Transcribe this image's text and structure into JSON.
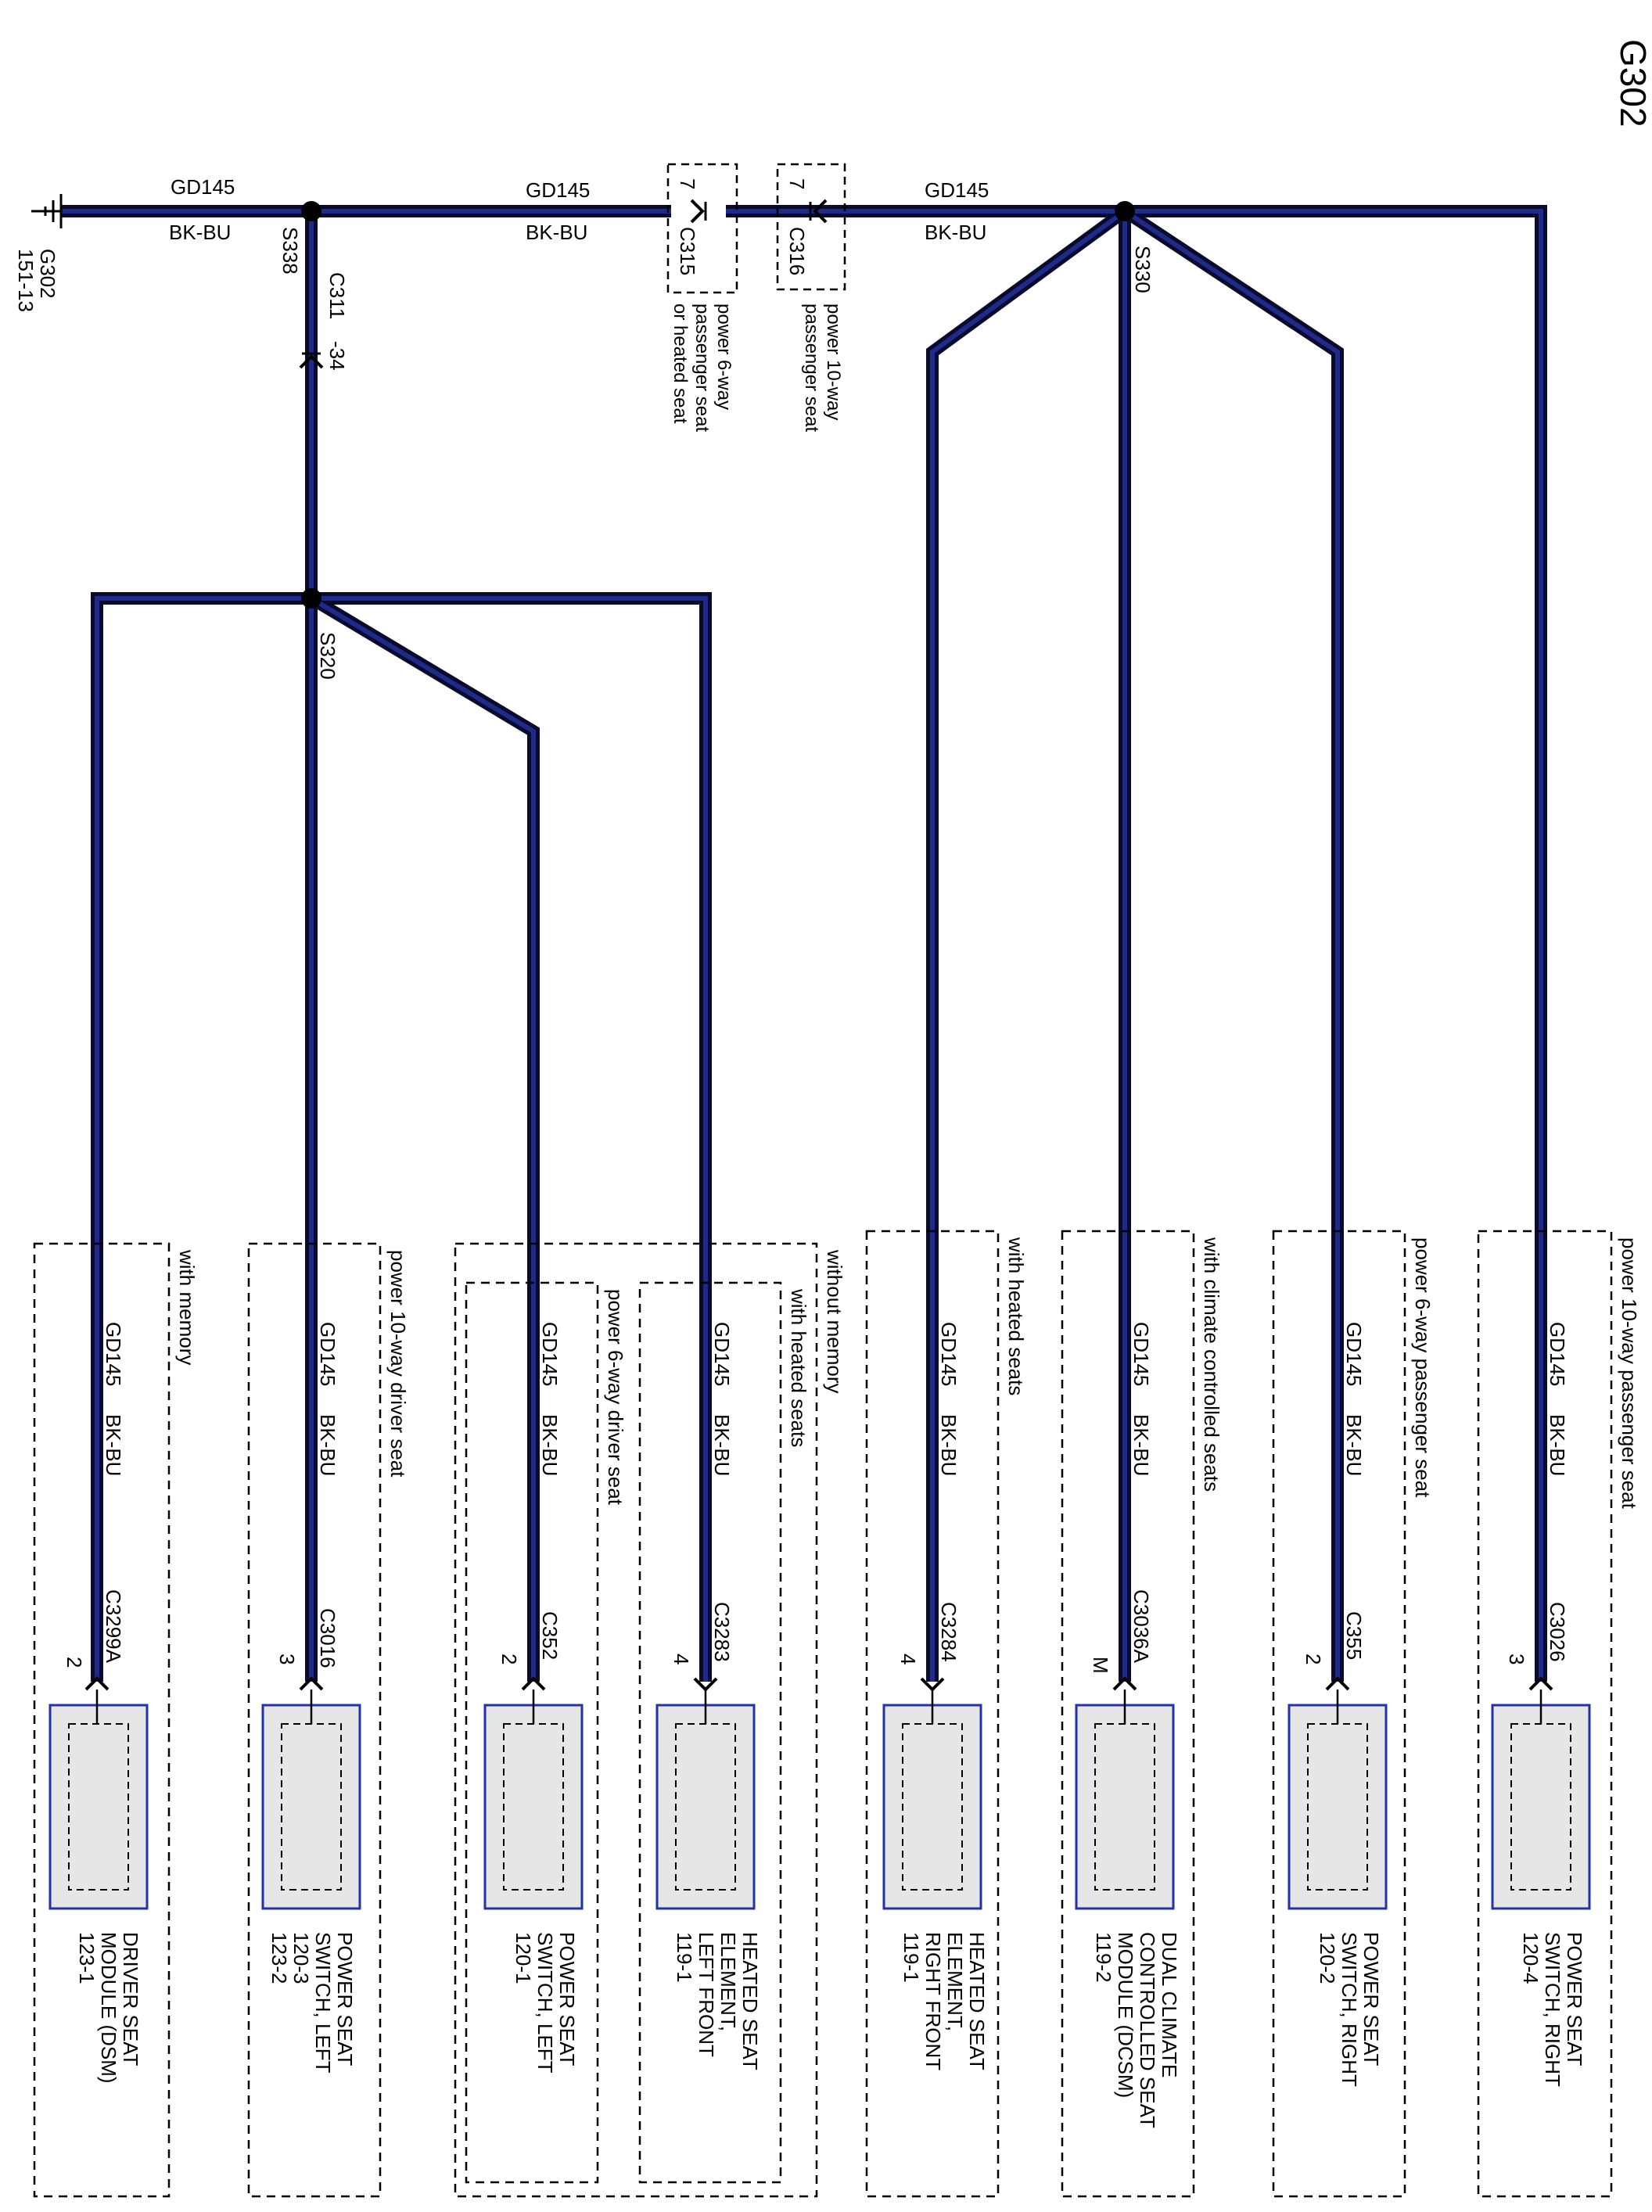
{
  "title": "G302",
  "colors": {
    "wire_outer": "#0a0a2a",
    "wire_inner": "#1e2a8c",
    "component_fill": "#e6e6e6",
    "component_border": "#2233aa"
  },
  "ground": {
    "label": "G302",
    "ref": "151-13",
    "icon": "ground-icon"
  },
  "main_wire": {
    "segments": [
      {
        "id": "seg1",
        "circuit": "GD145",
        "color_code": "BK-BU"
      },
      {
        "id": "seg2",
        "circuit": "GD145",
        "color_code": "BK-BU"
      },
      {
        "id": "seg3",
        "circuit": "GD145",
        "color_code": "BK-BU"
      }
    ]
  },
  "splices": {
    "s338": "S338",
    "s320": "S320",
    "s330": "S330"
  },
  "connectors": {
    "c311": {
      "name": "C311",
      "pin": "-34"
    },
    "c315": {
      "name": "C315",
      "pin": "7",
      "condition_lines": [
        "power 6-way",
        "passenger seat",
        "or heated seat"
      ]
    },
    "c316": {
      "name": "C316",
      "pin": "7",
      "condition_lines": [
        "power 10-way",
        "passenger seat"
      ]
    }
  },
  "outer_groups": [
    {
      "id": "memory",
      "condition": "with memory"
    },
    {
      "id": "driver10",
      "condition": "power 10-way driver seat"
    },
    {
      "id": "nomemory",
      "condition": "without memory"
    },
    {
      "id": "rfheat",
      "condition": "with heated seats"
    },
    {
      "id": "dcsm",
      "condition": "with climate controlled seats"
    },
    {
      "id": "pass6",
      "condition": "power 6-way passenger seat"
    },
    {
      "id": "pass10",
      "condition": "power 10-way passenger seat"
    }
  ],
  "inner_groups": [
    {
      "id": "driver6",
      "condition": "power 6-way driver seat"
    },
    {
      "id": "lfheat",
      "condition": "with heated seats"
    }
  ],
  "components": [
    {
      "id": "dsm",
      "circuit": "GD145",
      "color_code": "BK-BU",
      "connector": "C3299A",
      "pin": "2",
      "name_lines": [
        "DRIVER SEAT",
        "MODULE (DSM)",
        "123-1"
      ]
    },
    {
      "id": "psl10",
      "circuit": "GD145",
      "color_code": "BK-BU",
      "connector": "C3016",
      "pin": "3",
      "name_lines": [
        "POWER SEAT",
        "SWITCH, LEFT",
        "120-3",
        "123-2"
      ]
    },
    {
      "id": "psl6",
      "circuit": "GD145",
      "color_code": "BK-BU",
      "connector": "C352",
      "pin": "2",
      "name_lines": [
        "POWER SEAT",
        "SWITCH, LEFT",
        "120-1"
      ]
    },
    {
      "id": "hslf",
      "circuit": "GD145",
      "color_code": "BK-BU",
      "connector": "C3283",
      "pin": "4",
      "name_lines": [
        "HEATED SEAT",
        "ELEMENT,",
        "LEFT FRONT",
        "119-1"
      ]
    },
    {
      "id": "hsrf",
      "circuit": "GD145",
      "color_code": "BK-BU",
      "connector": "C3284",
      "pin": "4",
      "name_lines": [
        "HEATED SEAT",
        "ELEMENT,",
        "RIGHT FRONT",
        "119-1"
      ]
    },
    {
      "id": "dcsm",
      "circuit": "GD145",
      "color_code": "BK-BU",
      "connector": "C3036A",
      "pin": "M",
      "name_lines": [
        "DUAL CLIMATE",
        "CONTROLLED SEAT",
        "MODULE (DCSM)",
        "119-2"
      ]
    },
    {
      "id": "psr6",
      "circuit": "GD145",
      "color_code": "BK-BU",
      "connector": "C355",
      "pin": "2",
      "name_lines": [
        "POWER SEAT",
        "SWITCH, RIGHT",
        "120-2"
      ]
    },
    {
      "id": "psr10",
      "circuit": "GD145",
      "color_code": "BK-BU",
      "connector": "C3026",
      "pin": "3",
      "name_lines": [
        "POWER SEAT",
        "SWITCH, RIGHT",
        "120-4"
      ]
    }
  ]
}
